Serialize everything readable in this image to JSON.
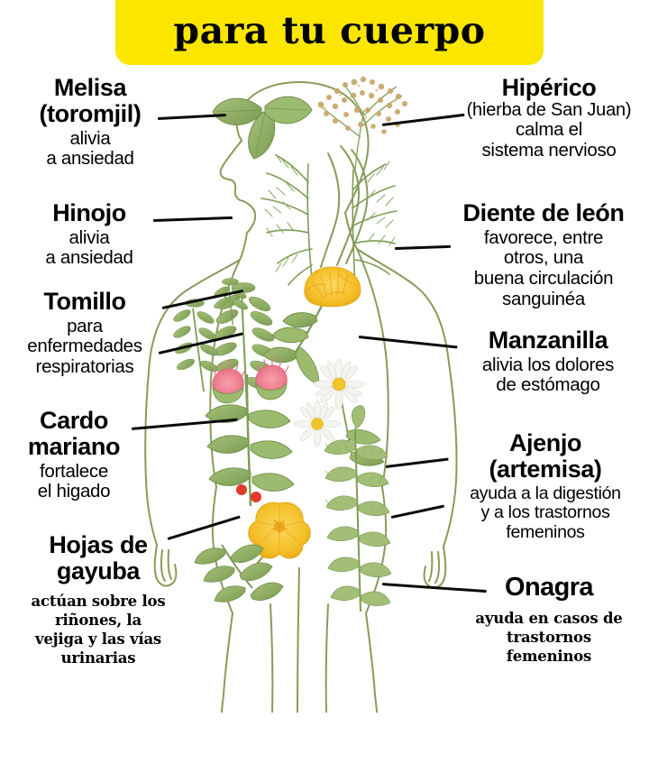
{
  "title": {
    "text": "para tu cuerpo",
    "banner_color": "#FCE600",
    "text_color": "#000000"
  },
  "illustration": {
    "outline_color": "#8a9a5b",
    "description": "female-body-silhouette-with-herbs",
    "leaf_green": "#8fae62",
    "leaf_green_dark": "#6f8f4a",
    "flower_yellow": "#f5c232",
    "flower_pink": "#ef7d8e",
    "flower_white": "#f2f2ee",
    "flower_center": "#f2c52a",
    "berry_red": "#e03a2a",
    "seed_tan": "#c9a96a"
  },
  "labels": {
    "melisa": {
      "name": "Melisa",
      "name_line2": "(toromjil)",
      "desc_line1": "alivia",
      "desc_line2": "a ansiedad"
    },
    "hinojo": {
      "name": "Hinojo",
      "desc_line1": "alivia",
      "desc_line2": "a ansiedad"
    },
    "tomillo": {
      "name": "Tomillo",
      "desc_line1": "para",
      "desc_line2": "enfermedades",
      "desc_line3": "respiratorias"
    },
    "cardo": {
      "name_line1": "Cardo",
      "name_line2": "mariano",
      "desc_line1": "fortalece",
      "desc_line2": "el higado"
    },
    "gayuba": {
      "name_line1": "Hojas de",
      "name_line2": "gayuba",
      "desc_line1": "actúan sobre los",
      "desc_line2": "riñones, la",
      "desc_line3": "vejiga y las vías",
      "desc_line4": "urinarias"
    },
    "hiperico": {
      "name": "Hipérico",
      "name_sub": "(hierba de San Juan)",
      "desc_line1": "calma el",
      "desc_line2": "sistema nervioso"
    },
    "diente": {
      "name": "Diente de león",
      "desc_line1": "favorece, entre",
      "desc_line2": "otros, una",
      "desc_line3": "buena circulación",
      "desc_line4": "sanguinéa"
    },
    "manzanilla": {
      "name": "Manzanilla",
      "desc_line1": "alivia los dolores",
      "desc_line2": "de estómago"
    },
    "ajenjo": {
      "name": "Ajenjo",
      "name_line2": "(artemisa)",
      "desc_line1": "ayuda a la digestión",
      "desc_line2": "y a los trastornos",
      "desc_line3": "femeninos"
    },
    "onagra": {
      "name": "Onagra",
      "desc_line1": "ayuda en casos de",
      "desc_line2": "trastornos",
      "desc_line3": "femeninos"
    }
  }
}
